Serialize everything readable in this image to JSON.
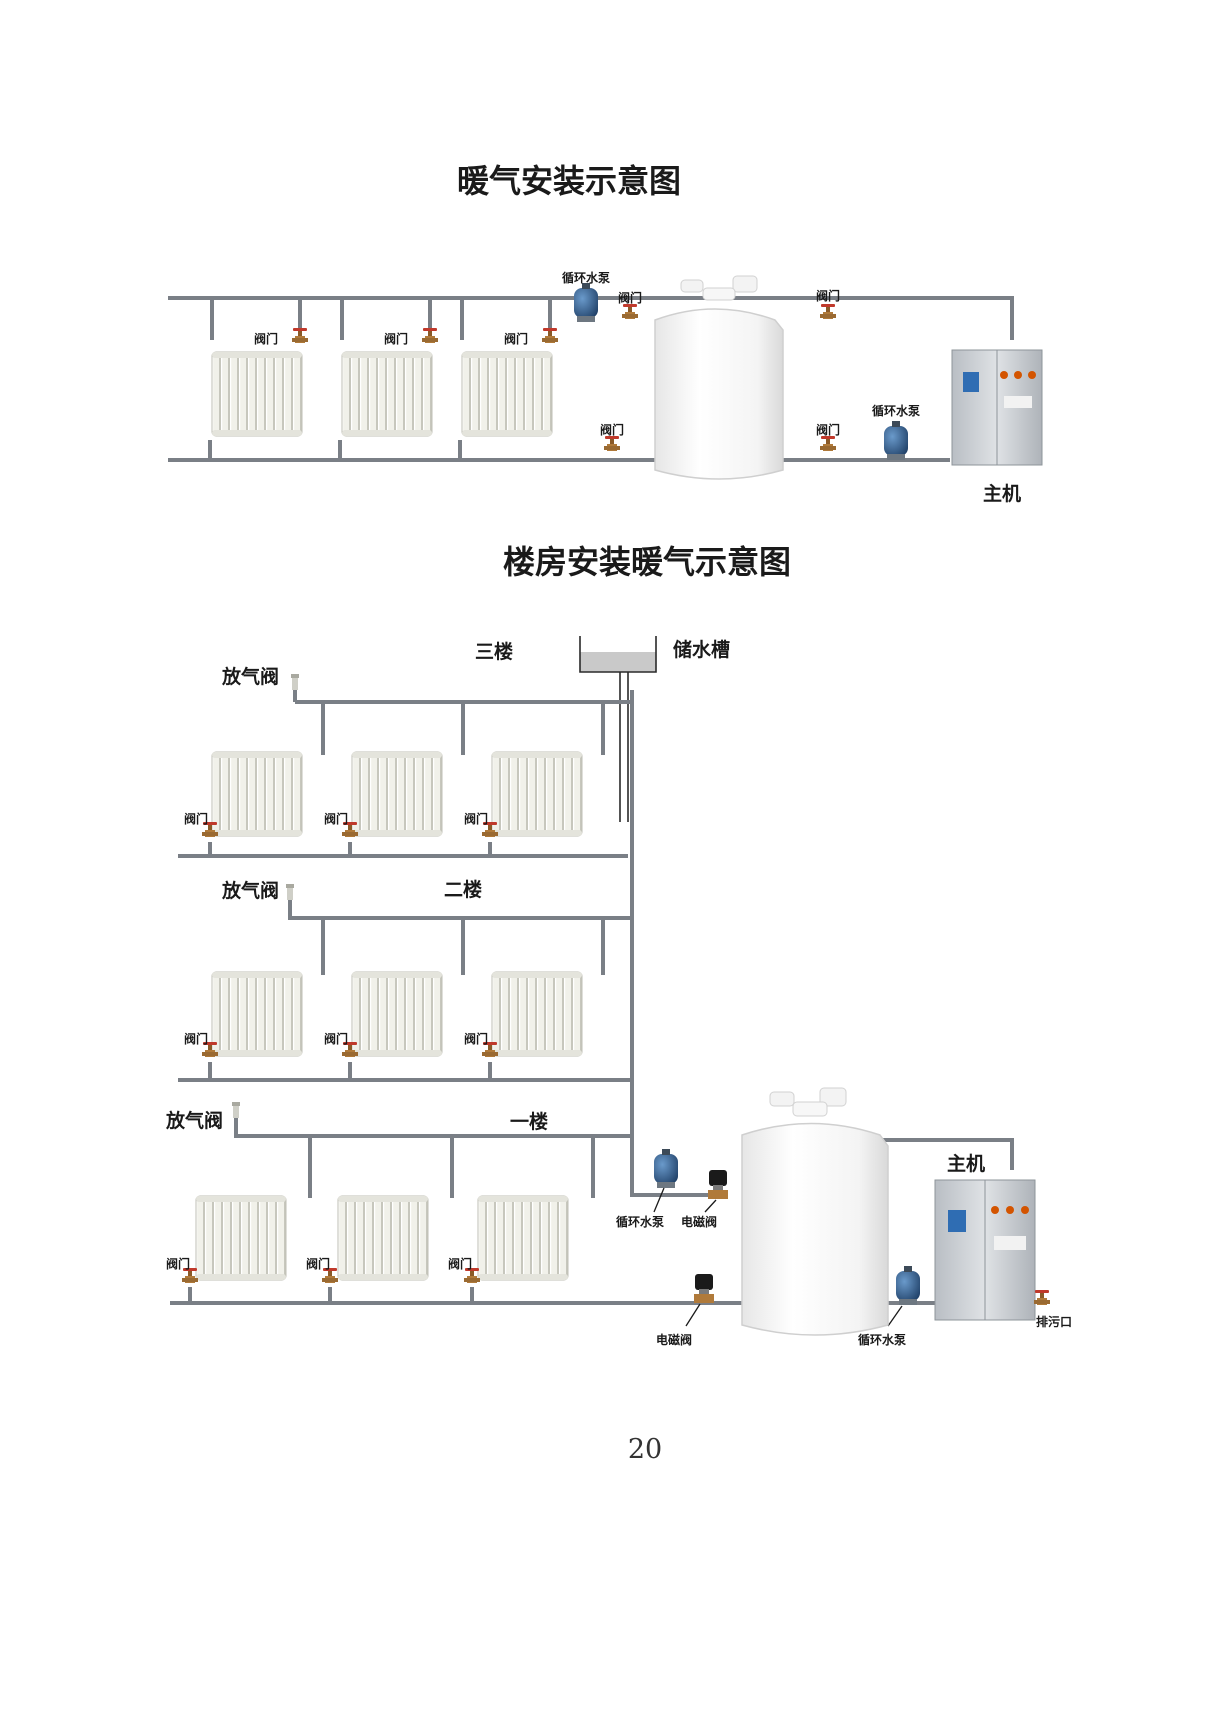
{
  "page_number": "20",
  "diagram1": {
    "title": "暖气安装示意图",
    "labels": {
      "pump_top": "循环水泵",
      "valve_top_left": "阀门",
      "valve_top_right": "阀门",
      "valve_rad1": "阀门",
      "valve_rad2": "阀门",
      "valve_rad3": "阀门",
      "valve_bottom_left": "阀门",
      "valve_bottom_right": "阀门",
      "pump_bottom": "循环水泵",
      "host": "主机"
    }
  },
  "diagram2": {
    "title": "楼房安装暖气示意图",
    "labels": {
      "floor3": "三楼",
      "floor2": "二楼",
      "floor1": "一楼",
      "storage_tank": "储水槽",
      "air_valve_f3": "放气阀",
      "air_valve_f2": "放气阀",
      "air_valve_f1": "放气阀",
      "valve_f3_1": "阀门",
      "valve_f3_2": "阀门",
      "valve_f3_3": "阀门",
      "valve_f2_1": "阀门",
      "valve_f2_2": "阀门",
      "valve_f2_3": "阀门",
      "valve_f1_1": "阀门",
      "valve_f1_2": "阀门",
      "valve_f1_3": "阀门",
      "pump_upper": "循环水泵",
      "solenoid_upper": "电磁阀",
      "solenoid_lower": "电磁阀",
      "pump_lower": "循环水泵",
      "host": "主机",
      "drain": "排污口"
    }
  },
  "colors": {
    "pipe": "#7a7f86",
    "radiator": "#f1f1ea",
    "tank": "#fbfbfb",
    "cabinet": "#c9cdd2",
    "pump": "#2f5d8f",
    "valve": "#b07a3a"
  }
}
